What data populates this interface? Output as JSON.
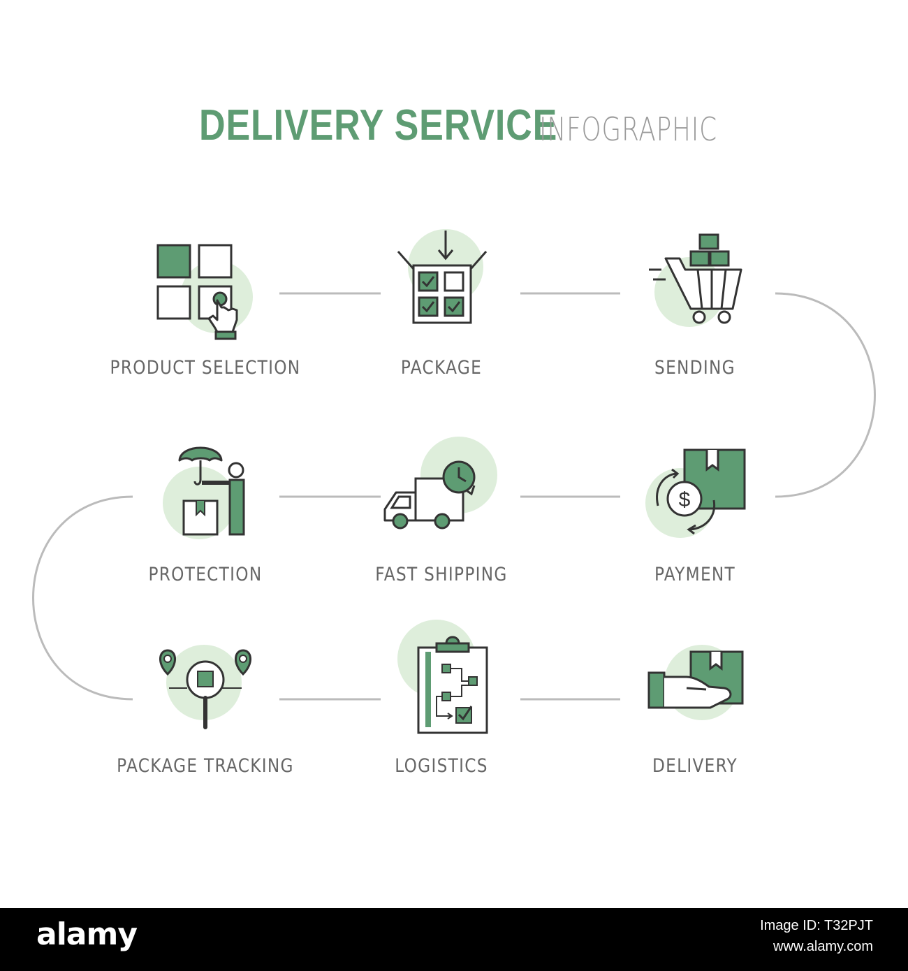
{
  "title": {
    "main": "DELIVERY SERVICE",
    "sub": "INFOGRAPHIC"
  },
  "steps": [
    {
      "label": "PRODUCT SELECTION",
      "icon": "product-selection-icon"
    },
    {
      "label": "PACKAGE",
      "icon": "package-icon"
    },
    {
      "label": "SENDING",
      "icon": "shopping-cart-icon"
    },
    {
      "label": "PROTECTION",
      "icon": "umbrella-protection-icon"
    },
    {
      "label": "FAST SHIPPING",
      "icon": "delivery-truck-icon"
    },
    {
      "label": "PAYMENT",
      "icon": "payment-box-icon"
    },
    {
      "label": "PACKAGE TRACKING",
      "icon": "tracking-magnifier-icon"
    },
    {
      "label": "LOGISTICS",
      "icon": "clipboard-logistics-icon"
    },
    {
      "label": "DELIVERY",
      "icon": "hand-box-icon"
    }
  ],
  "footer": {
    "brand": "alamy",
    "image_id": "Image ID: T32PJT",
    "site": "www.alamy.com"
  },
  "colors": {
    "accent": "#5e9c73",
    "accent_light": "#deeedb",
    "outline": "#333333",
    "text": "#666666",
    "connector": "#bbbbbb"
  }
}
